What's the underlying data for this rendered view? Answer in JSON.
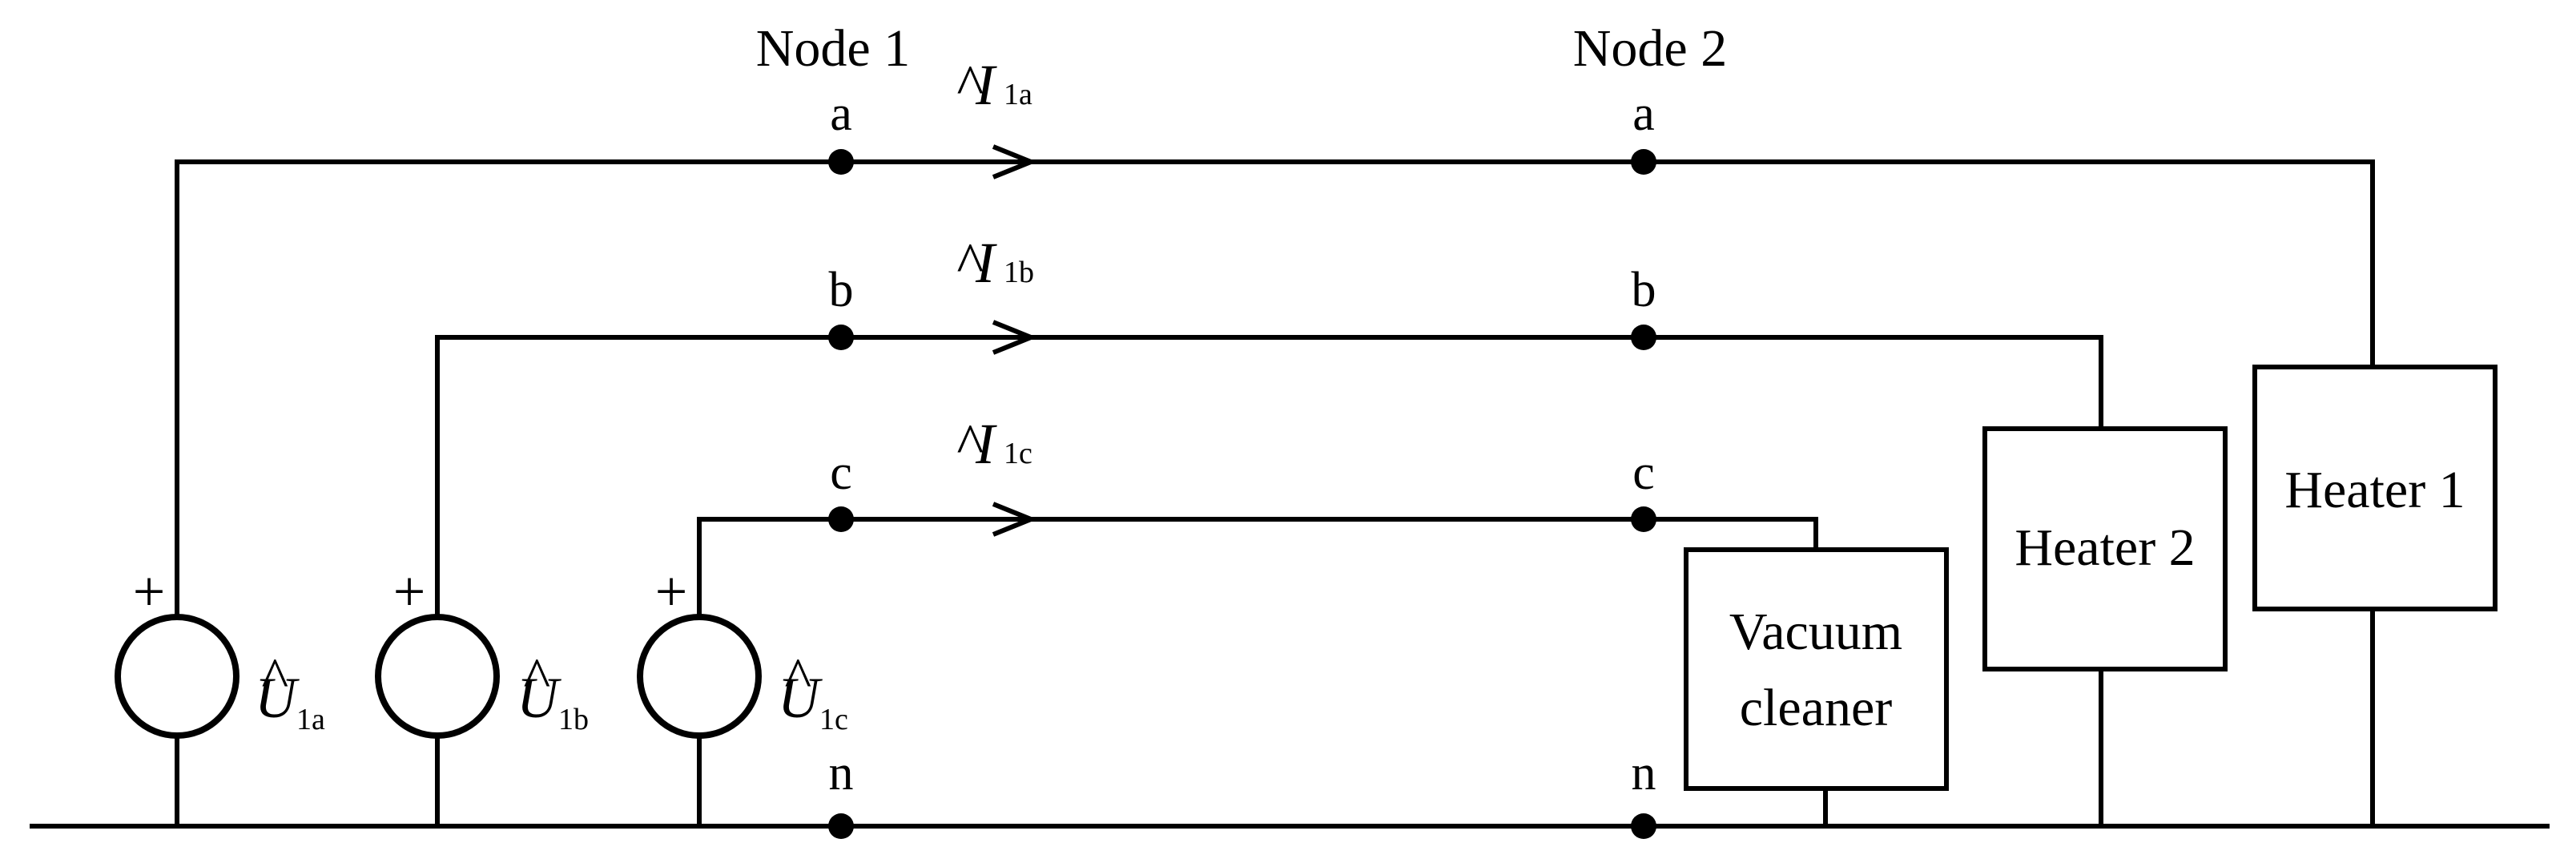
{
  "nodes": {
    "node1_title": "Node 1",
    "node2_title": "Node 2",
    "phases": [
      "a",
      "b",
      "c",
      "n"
    ]
  },
  "currents": [
    {
      "symbol": "I",
      "subscript": "1a"
    },
    {
      "symbol": "I",
      "subscript": "1b"
    },
    {
      "symbol": "I",
      "subscript": "1c"
    }
  ],
  "sources": [
    {
      "symbol": "U",
      "subscript": "1a",
      "polarity": "+"
    },
    {
      "symbol": "U",
      "subscript": "1b",
      "polarity": "+"
    },
    {
      "symbol": "U",
      "subscript": "1c",
      "polarity": "+"
    }
  ],
  "loads": {
    "vacuum_line1": "Vacuum",
    "vacuum_line2": "cleaner",
    "heater2": "Heater 2",
    "heater1": "Heater 1"
  }
}
